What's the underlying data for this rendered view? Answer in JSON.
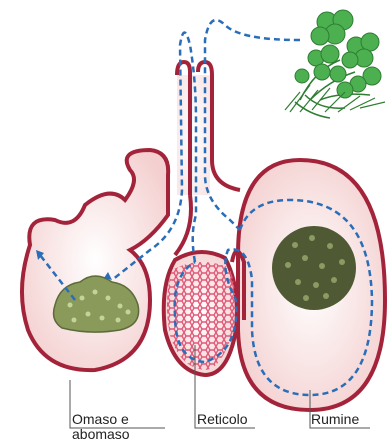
{
  "labels": {
    "omaso_line1": "Omaso e",
    "omaso_line2": "abomaso",
    "reticolo": "Reticolo",
    "rumine": "Rumine"
  },
  "colors": {
    "wall": "#a3243a",
    "lining": "#f7d8d4",
    "path": "#2a6db8",
    "food": "#8a9a5b",
    "ruminal_mass": "#4f5a34",
    "clover": "#3f9a3a",
    "leader": "#555555"
  }
}
